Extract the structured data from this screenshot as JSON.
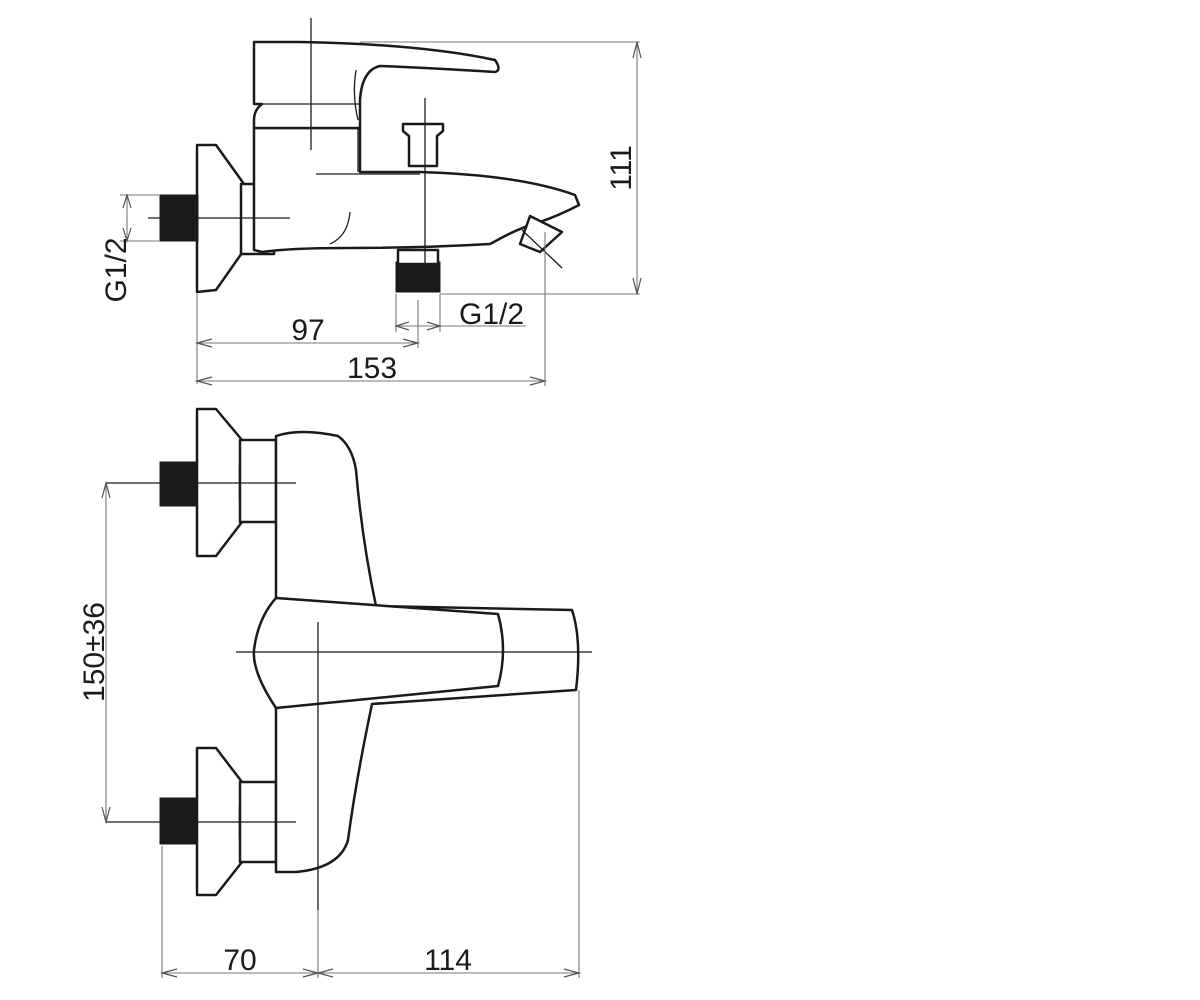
{
  "side_view": {
    "thread_left": "G1/2",
    "thread_bottom": "G1/2",
    "dim_height": "111",
    "dim_inlet_to_outlet": "97",
    "dim_total_length": "153"
  },
  "top_view": {
    "dim_inlet_spacing": "150±36",
    "dim_wall_to_axis": "70",
    "dim_axis_to_spout": "114"
  },
  "colors": {
    "line": "#1a1a1a",
    "dimension": "#777777",
    "background": "#ffffff"
  }
}
